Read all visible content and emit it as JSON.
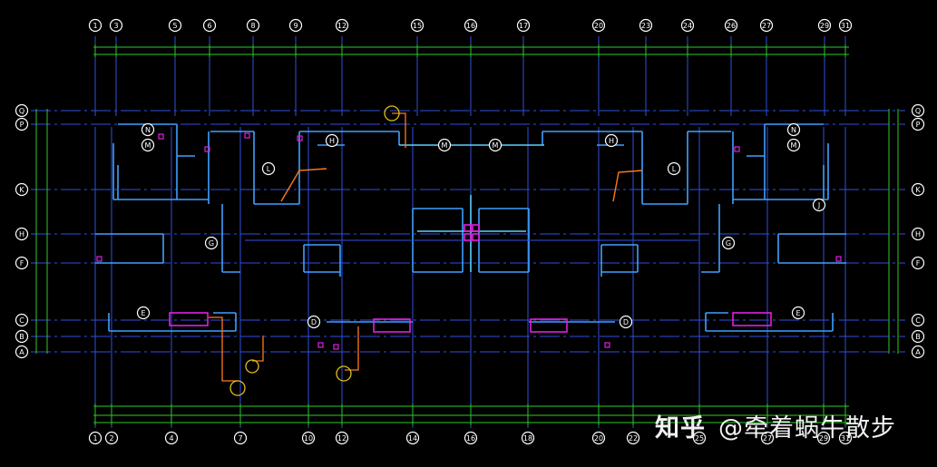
{
  "drawing": {
    "background": "#000000",
    "colors": {
      "axis_line": "#2f4fe0",
      "wall": "#3fa0ff",
      "wall_light": "#5ad0ff",
      "dimension": "#2ec72e",
      "bubble": "#ffffff",
      "accent_magenta": "#e020e0",
      "accent_orange": "#ff7a1a",
      "accent_red": "#ff3030",
      "accent_yellow": "#e0c020"
    },
    "top_axes": [
      "1",
      "3",
      "5",
      "6",
      "8",
      "9",
      "12",
      "15",
      "16",
      "17",
      "20",
      "23",
      "24",
      "26",
      "27",
      "29",
      "31"
    ],
    "bottom_axes": [
      "1",
      "2",
      "4",
      "7",
      "10",
      "12",
      "14",
      "16",
      "18",
      "20",
      "22",
      "25",
      "27",
      "29",
      "31"
    ],
    "left_axes": [
      "Q",
      "P",
      "K",
      "H",
      "F",
      "C",
      "B",
      "A"
    ],
    "right_axes": [
      "Q",
      "P",
      "K",
      "H",
      "F",
      "C",
      "B",
      "A"
    ],
    "interior_marks": [
      {
        "label": "N"
      },
      {
        "label": "M"
      },
      {
        "label": "L"
      },
      {
        "label": "G"
      },
      {
        "label": "E"
      },
      {
        "label": "D"
      },
      {
        "label": "H"
      },
      {
        "label": "M"
      },
      {
        "label": "M"
      },
      {
        "label": "H"
      },
      {
        "label": "L"
      },
      {
        "label": "N"
      },
      {
        "label": "M"
      },
      {
        "label": "J"
      },
      {
        "label": "G"
      },
      {
        "label": "D"
      },
      {
        "label": "E"
      }
    ]
  },
  "watermark": {
    "logo": "知乎",
    "author": "@牵着蜗牛散步"
  }
}
